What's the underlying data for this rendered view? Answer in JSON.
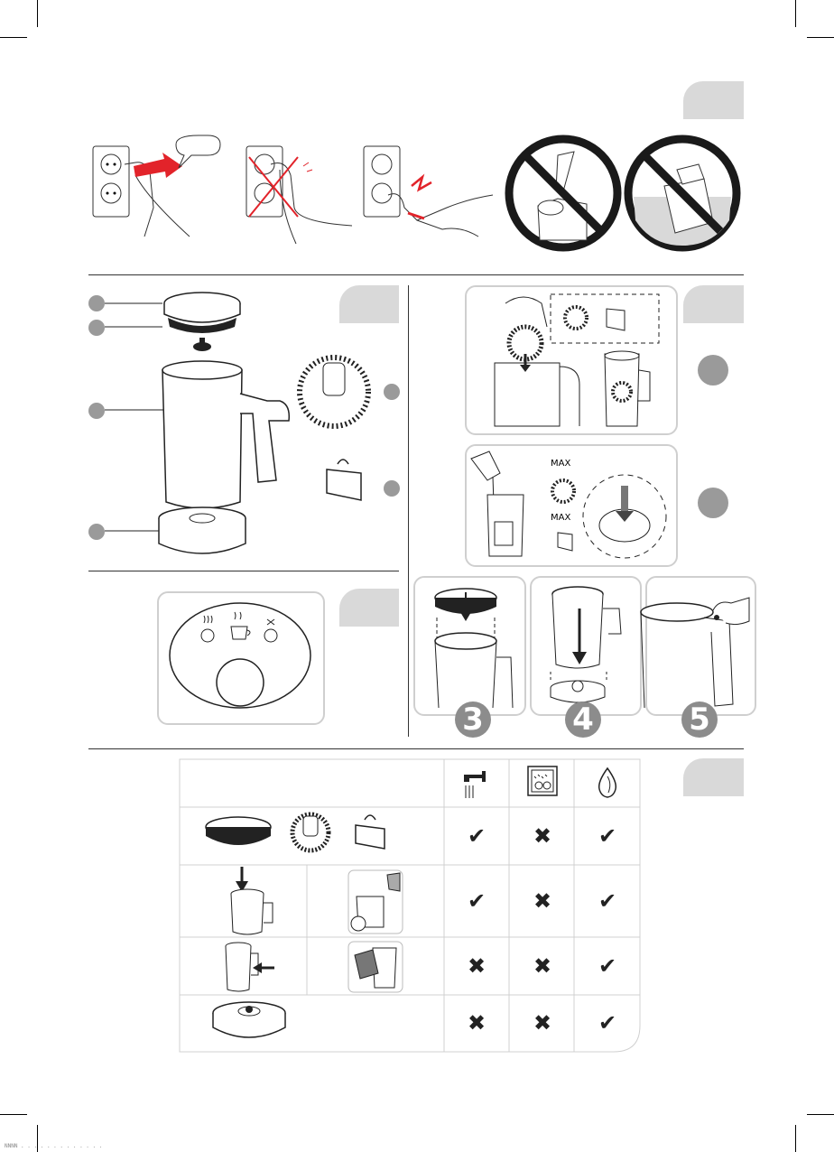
{
  "step_numbers": {
    "step3": "3",
    "step4": "4",
    "step5": "5"
  },
  "care_table": {
    "header_icons": [
      "tap-water-icon",
      "dishwasher-icon",
      "damp-cloth-icon"
    ],
    "rows": [
      {
        "items": "lid-seal-whisk-clips",
        "marks": [
          "✔",
          "✖",
          "✔"
        ]
      },
      {
        "items": "jug-inside",
        "marks": [
          "✔",
          "✖",
          "✔"
        ]
      },
      {
        "items": "jug-outside",
        "marks": [
          "✖",
          "✖",
          "✔"
        ]
      },
      {
        "items": "power-base",
        "marks": [
          "✖",
          "✖",
          "✔"
        ]
      }
    ]
  },
  "footer_text": "NNNN  . . . . . . . . . . . . .",
  "colors": {
    "tab": "#d9d9d9",
    "badge": "#9a9a9a",
    "warning": "#e2232a",
    "prohibition": "#1a1a1a"
  }
}
